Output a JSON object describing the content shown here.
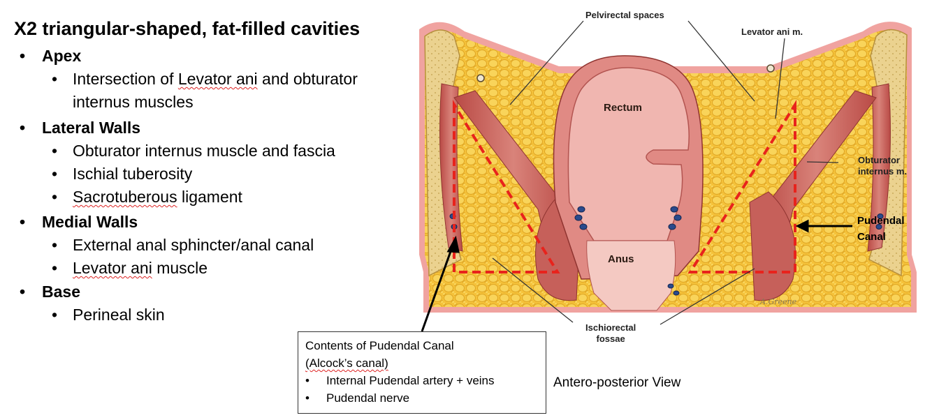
{
  "title": "X2 triangular-shaped, fat-filled cavities",
  "bullets": {
    "apex": "Apex",
    "apex_item_1_a": "Intersection of ",
    "apex_item_1_b": "Levator ani",
    "apex_item_1_c": " and obturator internus muscles",
    "lateral": "Lateral Walls",
    "lateral_item_1": "Obturator internus muscle and fascia",
    "lateral_item_2": "Ischial tuberosity",
    "lateral_item_3_a": "Sacrotuberous",
    "lateral_item_3_b": " ligament",
    "medial": "Medial Walls",
    "medial_item_1": "External anal sphincter/anal canal",
    "medial_item_2_a": "Levator ani",
    "medial_item_2_b": " muscle",
    "base": "Base",
    "base_item_1": "Perineal skin"
  },
  "contents_box": {
    "title": "Contents of Pudendal Canal",
    "subtitle": "(Alcock’s canal)",
    "item_1": "Internal Pudendal artery + veins",
    "item_2": "Pudendal nerve"
  },
  "view_label": "Antero-posterior View",
  "labels": {
    "pelvirectal": "Pelvirectal spaces",
    "levator": "Levator ani m.",
    "obturator_1": "Obturator",
    "obturator_2": "internus m.",
    "pudendal_1": "Pudendal",
    "pudendal_2": "Canal",
    "rectum": "Rectum",
    "anus": "Anus",
    "ischio_1": "Ischiorectal",
    "ischio_2": "fossae",
    "signature": "A.Greene"
  },
  "colors": {
    "fat": "#f5c23a",
    "muscle": "#c8605a",
    "bone": "#e9cf8a",
    "skin": "#f0a3a0",
    "triangle": "#e8231c"
  }
}
